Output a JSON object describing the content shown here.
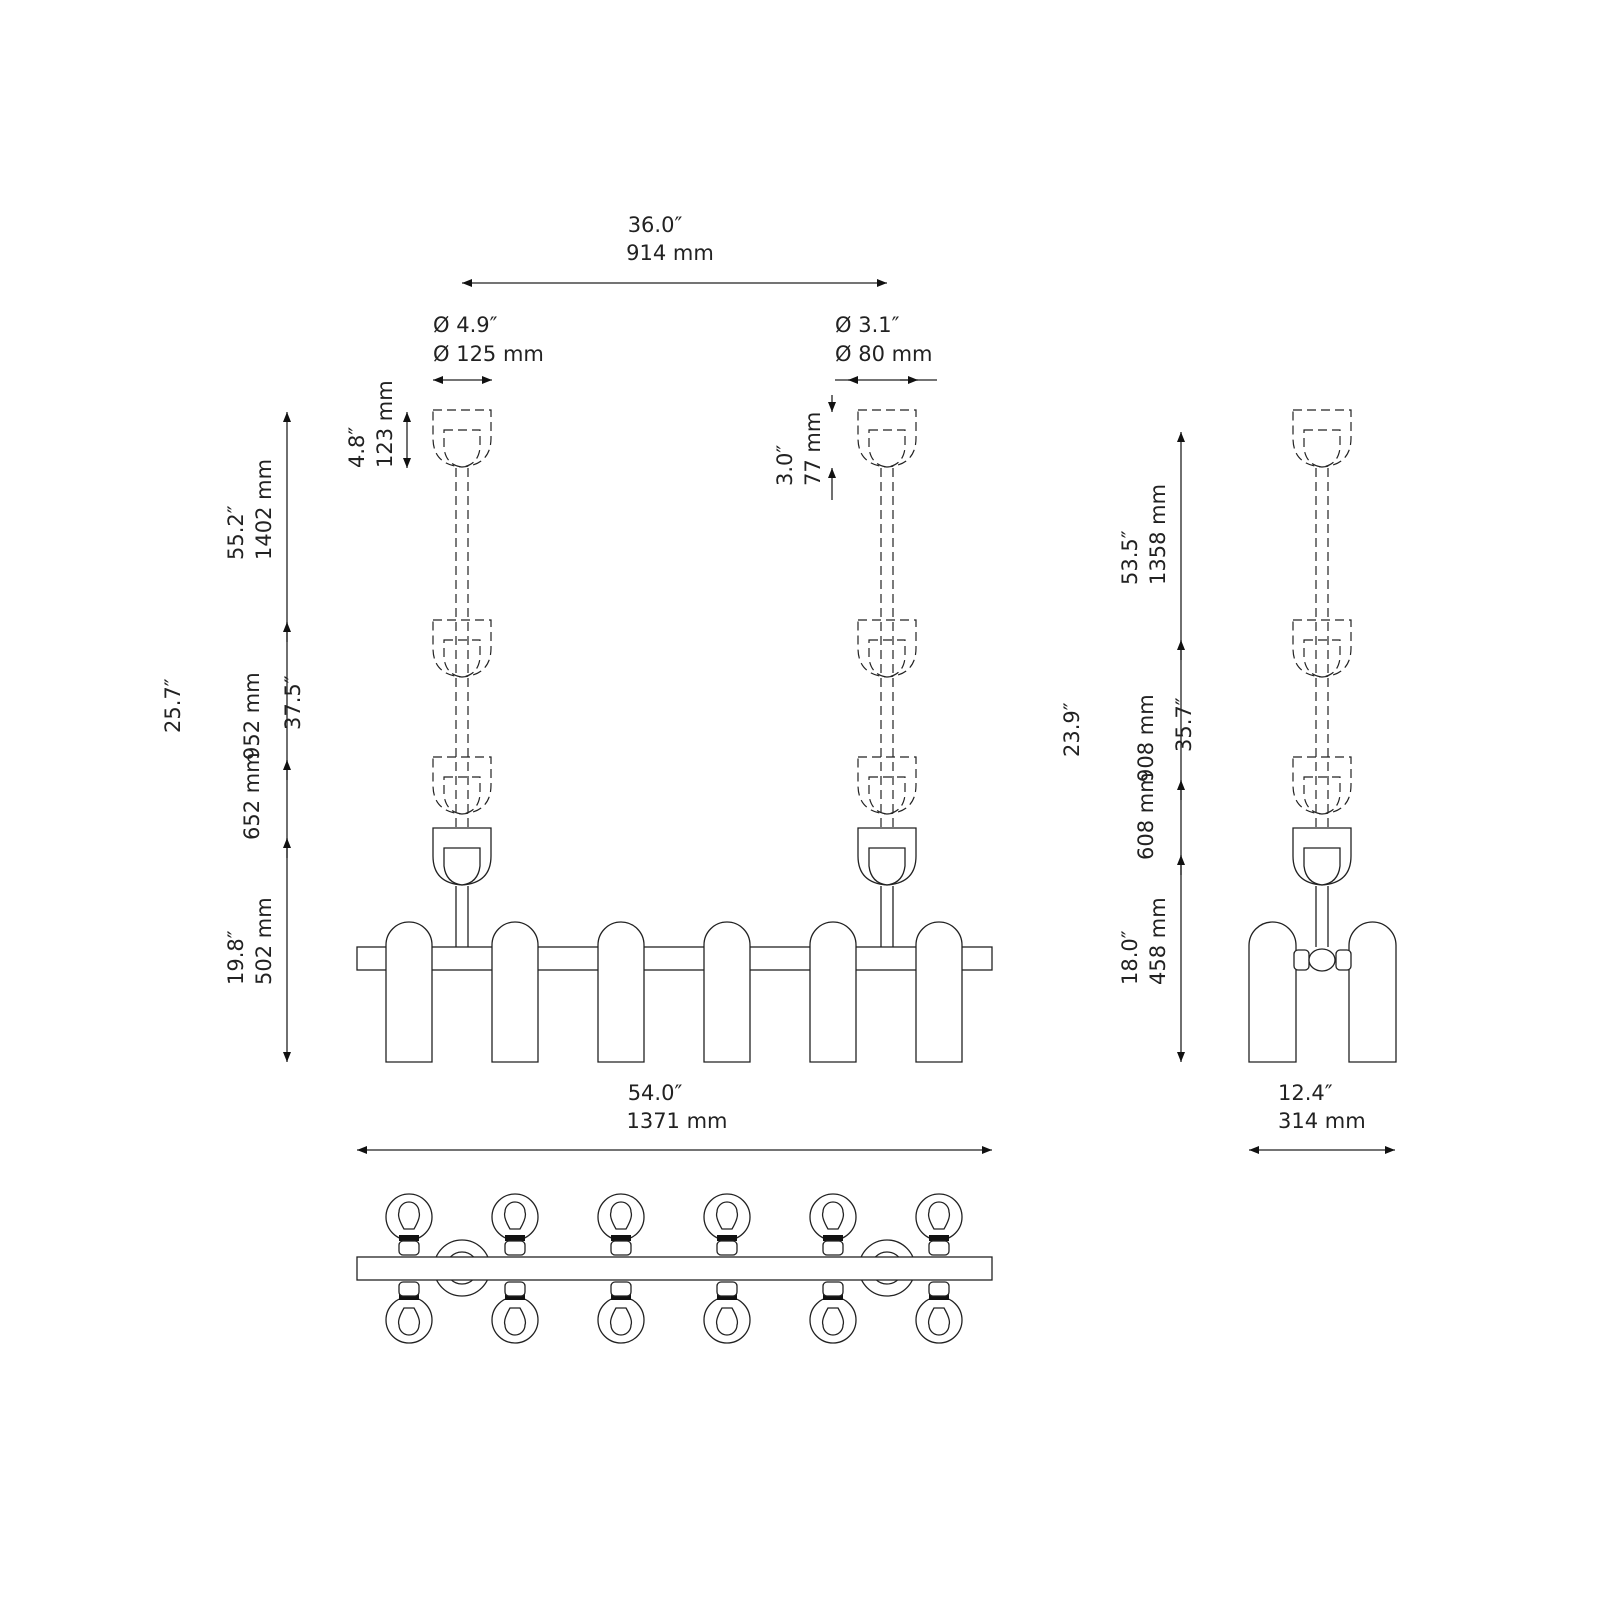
{
  "front_view": {
    "width_between_canopies": {
      "in": "36.0″",
      "mm": "914 mm"
    },
    "canopy_left_diameter": {
      "in": "Ø 4.9″",
      "mm": "Ø 125 mm"
    },
    "canopy_right_diameter": {
      "in": "Ø 3.1″",
      "mm": "Ø 80 mm"
    },
    "canopy_left_height": {
      "in": "4.8″",
      "mm": "123 mm"
    },
    "canopy_right_height": {
      "in": "3.0″",
      "mm": "77 mm"
    },
    "max_drop": {
      "in": "55.2″",
      "mm": "1402 mm"
    },
    "mid_drop": {
      "in": "37.5″",
      "mm": "952 mm"
    },
    "min_drop": {
      "in": "25.7″",
      "mm": "652 mm"
    },
    "fixture_height": {
      "in": "19.8″",
      "mm": "502 mm"
    },
    "overall_width": {
      "in": "54.0″",
      "mm": "1371 mm"
    }
  },
  "side_view": {
    "max_drop": {
      "in": "53.5″",
      "mm": "1358 mm"
    },
    "mid_drop": {
      "in": "35.7″",
      "mm": "908 mm"
    },
    "min_drop": {
      "in": "23.9″",
      "mm": "608 mm"
    },
    "fixture_height": {
      "in": "18.0″",
      "mm": "458 mm"
    },
    "depth": {
      "in": "12.4″",
      "mm": "314 mm"
    }
  },
  "top_view": {
    "bulbs_per_row": 6,
    "rows": 2
  }
}
